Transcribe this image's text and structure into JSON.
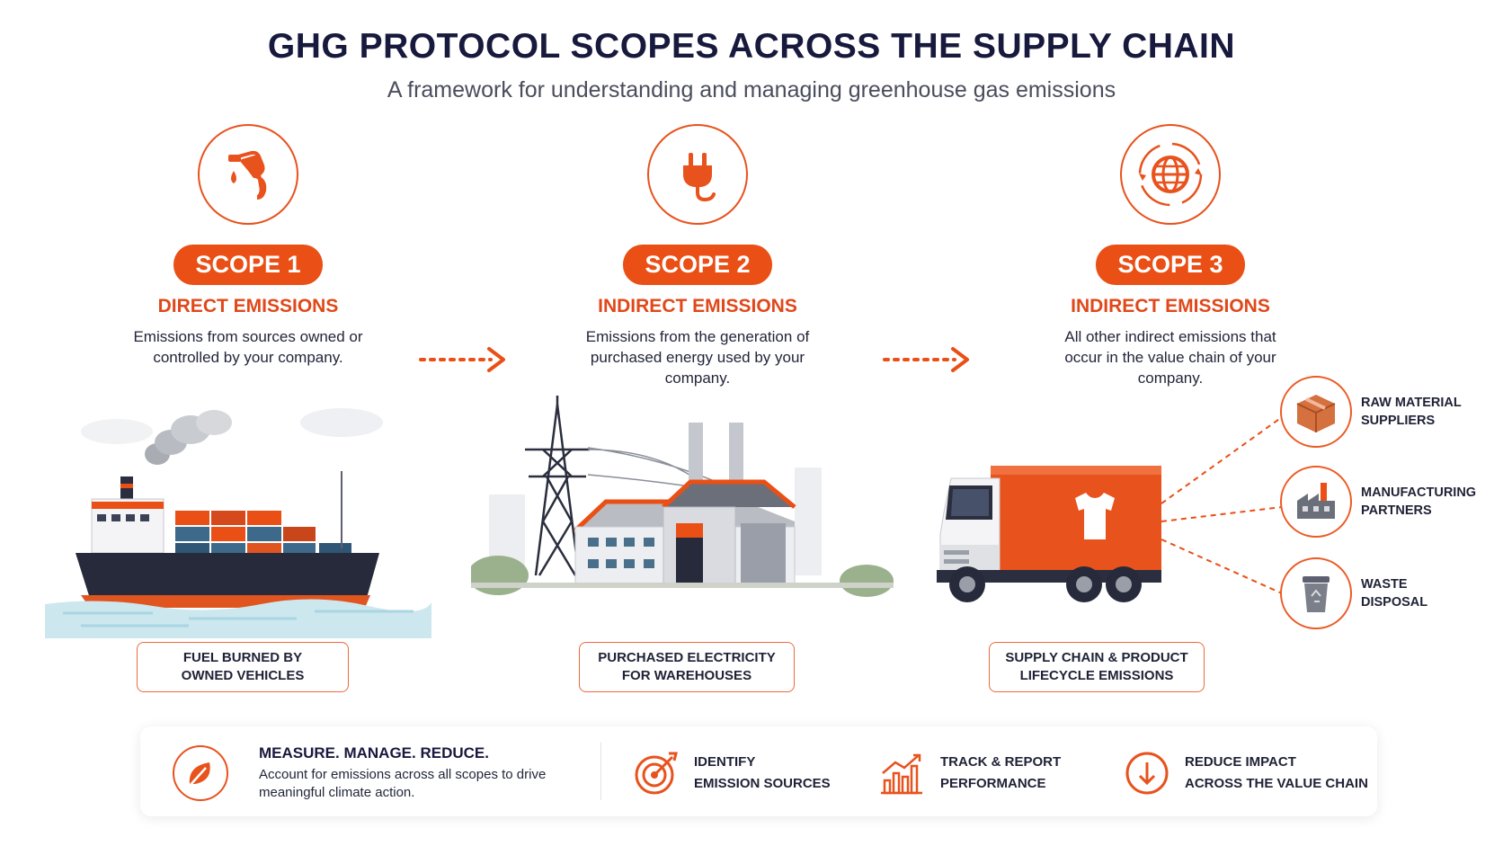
{
  "title": "GHG PROTOCOL SCOPES ACROSS THE SUPPLY CHAIN",
  "subtitle": "A framework for understanding and managing greenhouse gas emissions",
  "colors": {
    "accent": "#ea4f16",
    "navy": "#17193d",
    "ship_hull": "#2a2e3e",
    "container_blue": "#3d6a8a"
  },
  "scopes": [
    {
      "icon": "fuel-nozzle-icon",
      "pill": "SCOPE 1",
      "heading": "DIRECT EMISSIONS",
      "desc": "Emissions from sources owned or controlled by your company.",
      "illustration": "cargo-ship",
      "caption_line1": "FUEL BURNED BY",
      "caption_line2": "OWNED VEHICLES"
    },
    {
      "icon": "electric-plug-icon",
      "pill": "SCOPE 2",
      "heading": "INDIRECT EMISSIONS",
      "desc": "Emissions from the generation of purchased energy used by your company.",
      "illustration": "power-tower-and-warehouse",
      "caption_line1": "PURCHASED ELECTRICITY",
      "caption_line2": "FOR WAREHOUSES"
    },
    {
      "icon": "globe-cycle-icon",
      "pill": "SCOPE 3",
      "heading": "INDIRECT EMISSIONS",
      "desc": "All other indirect emissions that occur in the value chain of your company.",
      "illustration": "delivery-truck",
      "caption_line1": "SUPPLY CHAIN & PRODUCT",
      "caption_line2": "LIFECYCLE EMISSIONS"
    }
  ],
  "scope3_sources": [
    {
      "icon": "box-icon",
      "line1": "RAW MATERIAL",
      "line2": "SUPPLIERS"
    },
    {
      "icon": "factory-icon",
      "line1": "MANUFACTURING",
      "line2": "PARTNERS"
    },
    {
      "icon": "trash-bin-icon",
      "line1": "WASTE",
      "line2": "DISPOSAL"
    }
  ],
  "bottom": {
    "lead_icon": "leaf-icon",
    "lead_title": "MEASURE. MANAGE. REDUCE.",
    "lead_desc": "Account for emissions across all scopes to drive meaningful climate action.",
    "items": [
      {
        "icon": "target-icon",
        "line1": "IDENTIFY",
        "line2": "EMISSION SOURCES"
      },
      {
        "icon": "bar-chart-icon",
        "line1": "TRACK & REPORT",
        "line2": "PERFORMANCE"
      },
      {
        "icon": "down-arrow-icon",
        "line1": "REDUCE IMPACT",
        "line2": "ACROSS THE VALUE CHAIN"
      }
    ]
  }
}
